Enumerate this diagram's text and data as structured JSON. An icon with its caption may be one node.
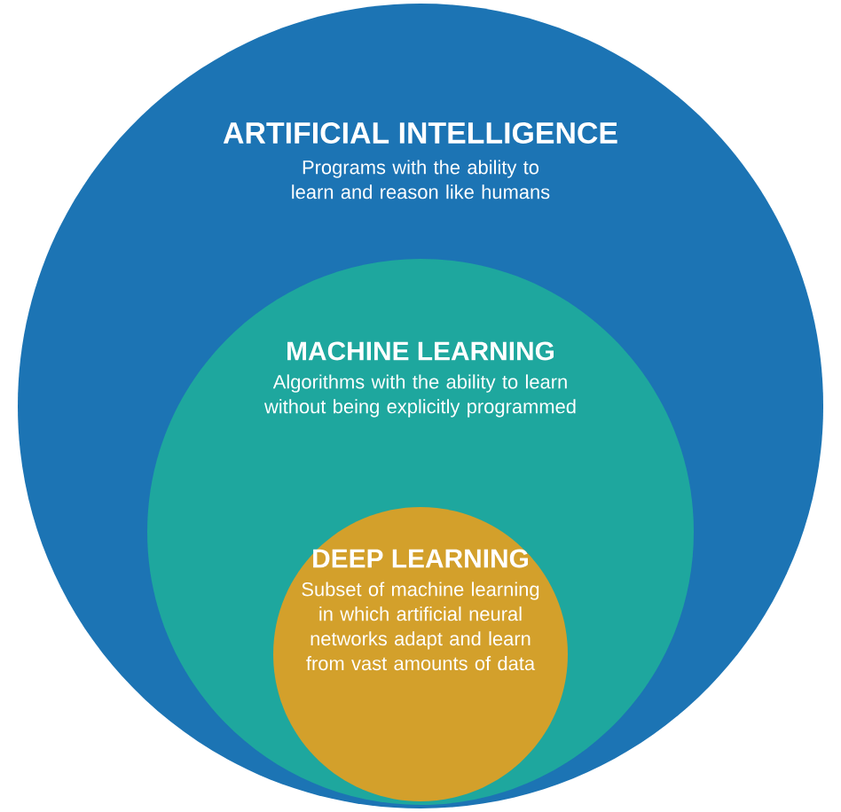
{
  "diagram": {
    "nodes": [
      {
        "text": [
          "ARTIFICIAL INTELLIGENCE",
          "Programs with the ability to learn and reason like humans"
        ]
      },
      {
        "text": [
          "MACHINE LEARNING",
          "Algorithms with the ability to learn without being explicitly programmed"
        ],
        "in": 0
      },
      {
        "text": [
          "DEEP LEARNING",
          "Subset of machine learning in which artificial neural networks adapt and learn from vast amounts of data"
        ],
        "in": 1
      }
    ]
  }
}
